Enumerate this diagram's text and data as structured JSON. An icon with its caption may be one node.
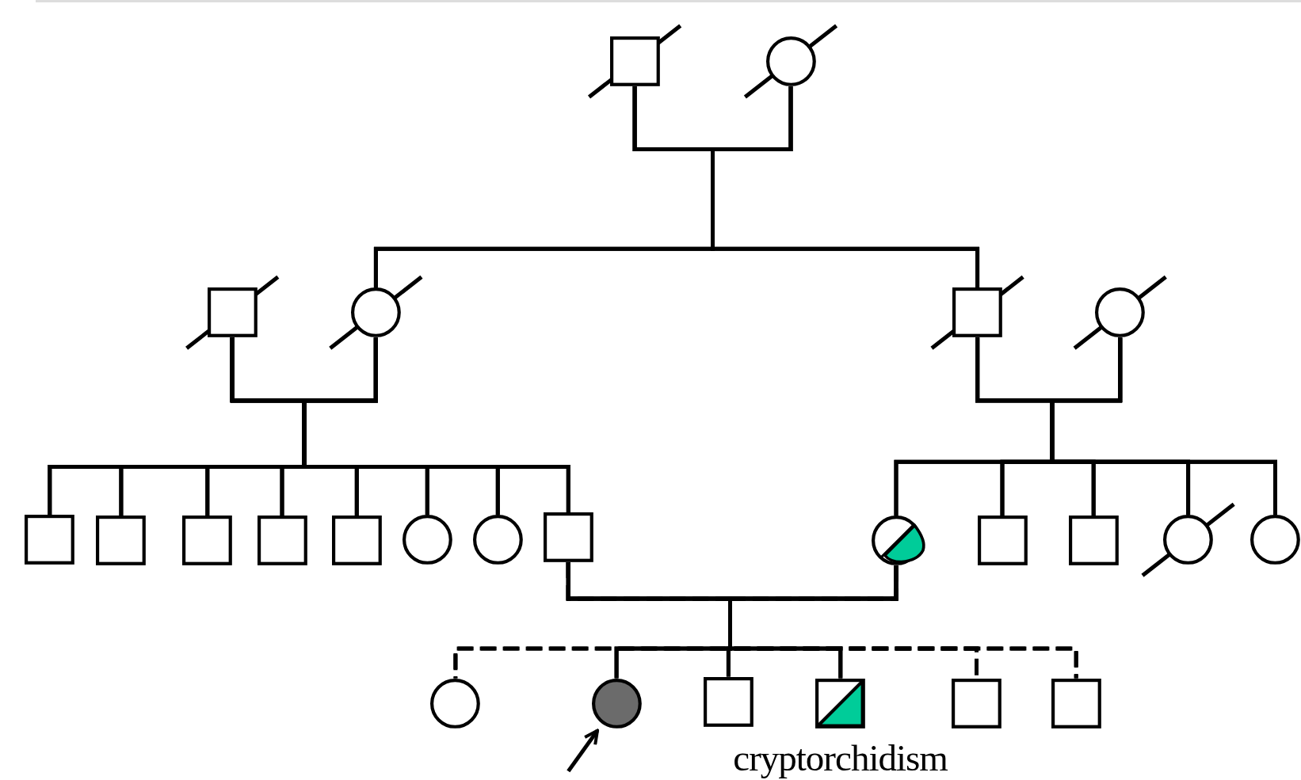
{
  "diagram": {
    "nodes": [
      {
        "text": [],
        "shape": "box"
      },
      {
        "text": [],
        "shape": "circle"
      },
      {
        "text": [],
        "shape": "box"
      },
      {
        "text": [],
        "shape": "circle"
      },
      {
        "text": [],
        "shape": "box"
      },
      {
        "text": [],
        "shape": "circle"
      },
      {
        "text": [],
        "shape": "box"
      },
      {
        "text": [],
        "shape": "box"
      },
      {
        "text": [],
        "shape": "box"
      },
      {
        "text": [],
        "shape": "box"
      },
      {
        "text": [],
        "shape": "box"
      },
      {
        "text": [],
        "shape": "circle"
      },
      {
        "text": [],
        "shape": "circle"
      },
      {
        "text": [],
        "shape": "box"
      },
      {
        "text": [],
        "shape": "circle"
      },
      {
        "text": [],
        "shape": "box"
      },
      {
        "text": [],
        "shape": "box"
      },
      {
        "text": [],
        "shape": "circle"
      },
      {
        "text": [],
        "shape": "circle"
      },
      {
        "text": [],
        "shape": "circle"
      },
      {
        "text": [],
        "shape": "circle"
      },
      {
        "text": [],
        "shape": "box"
      },
      {
        "text": [],
        "shape": "box",
        "beside": [
          "cryptorchidism"
        ]
      },
      {
        "text": [],
        "shape": "box"
      },
      {
        "text": [],
        "shape": "box"
      }
    ],
    "edges": [
      {
        "from": 0,
        "to": 1,
        "arrow": "none"
      },
      {
        "from": 0,
        "to": 3,
        "arrow": "none"
      },
      {
        "from": 1,
        "to": 3,
        "arrow": "none"
      },
      {
        "from": 0,
        "to": 4,
        "arrow": "none"
      },
      {
        "from": 1,
        "to": 4,
        "arrow": "none"
      },
      {
        "from": 2,
        "to": 3,
        "arrow": "none"
      },
      {
        "from": 4,
        "to": 5,
        "arrow": "none"
      },
      {
        "from": 2,
        "to": 6,
        "arrow": "none"
      },
      {
        "from": 3,
        "to": 6,
        "arrow": "none"
      },
      {
        "from": 2,
        "to": 7,
        "arrow": "none"
      },
      {
        "from": 3,
        "to": 7,
        "arrow": "none"
      },
      {
        "from": 2,
        "to": 8,
        "arrow": "none"
      },
      {
        "from": 3,
        "to": 8,
        "arrow": "none"
      },
      {
        "from": 2,
        "to": 9,
        "arrow": "none"
      },
      {
        "from": 3,
        "to": 9,
        "arrow": "none"
      },
      {
        "from": 2,
        "to": 10,
        "arrow": "none"
      },
      {
        "from": 3,
        "to": 10,
        "arrow": "none"
      },
      {
        "from": 2,
        "to": 11,
        "arrow": "none"
      },
      {
        "from": 3,
        "to": 11,
        "arrow": "none"
      },
      {
        "from": 2,
        "to": 12,
        "arrow": "none"
      },
      {
        "from": 3,
        "to": 12,
        "arrow": "none"
      },
      {
        "from": 2,
        "to": 13,
        "arrow": "none"
      },
      {
        "from": 3,
        "to": 13,
        "arrow": "none"
      },
      {
        "from": 4,
        "to": 14,
        "arrow": "none"
      },
      {
        "from": 5,
        "to": 14,
        "arrow": "none"
      },
      {
        "from": 4,
        "to": 15,
        "arrow": "none"
      },
      {
        "from": 5,
        "to": 15,
        "arrow": "none"
      },
      {
        "from": 4,
        "to": 16,
        "arrow": "none"
      },
      {
        "from": 5,
        "to": 16,
        "arrow": "none"
      },
      {
        "from": 4,
        "to": 17,
        "arrow": "none"
      },
      {
        "from": 5,
        "to": 17,
        "arrow": "none"
      },
      {
        "from": 4,
        "to": 18,
        "arrow": "none"
      },
      {
        "from": 5,
        "to": 18,
        "arrow": "none"
      },
      {
        "from": 13,
        "to": 14,
        "arrow": "none"
      },
      {
        "from": 13,
        "to": 19,
        "arrow": "none",
        "style": "dashed"
      },
      {
        "from": 14,
        "to": 19,
        "arrow": "none",
        "style": "dashed"
      },
      {
        "from": 13,
        "to": 20,
        "arrow": "none"
      },
      {
        "from": 14,
        "to": 20,
        "arrow": "none"
      },
      {
        "from": 13,
        "to": 21,
        "arrow": "none"
      },
      {
        "from": 14,
        "to": 21,
        "arrow": "none"
      },
      {
        "from": 13,
        "to": 22,
        "arrow": "none"
      },
      {
        "from": 14,
        "to": 22,
        "arrow": "none"
      },
      {
        "from": 13,
        "to": 23,
        "arrow": "none",
        "style": "dashed"
      },
      {
        "from": 14,
        "to": 23,
        "arrow": "none",
        "style": "dashed"
      },
      {
        "from": 13,
        "to": 24,
        "arrow": "none",
        "style": "dashed"
      },
      {
        "from": 14,
        "to": 24,
        "arrow": "none",
        "style": "dashed"
      },
      {
        "from": null,
        "to": 20,
        "arrow": "to"
      }
    ]
  }
}
